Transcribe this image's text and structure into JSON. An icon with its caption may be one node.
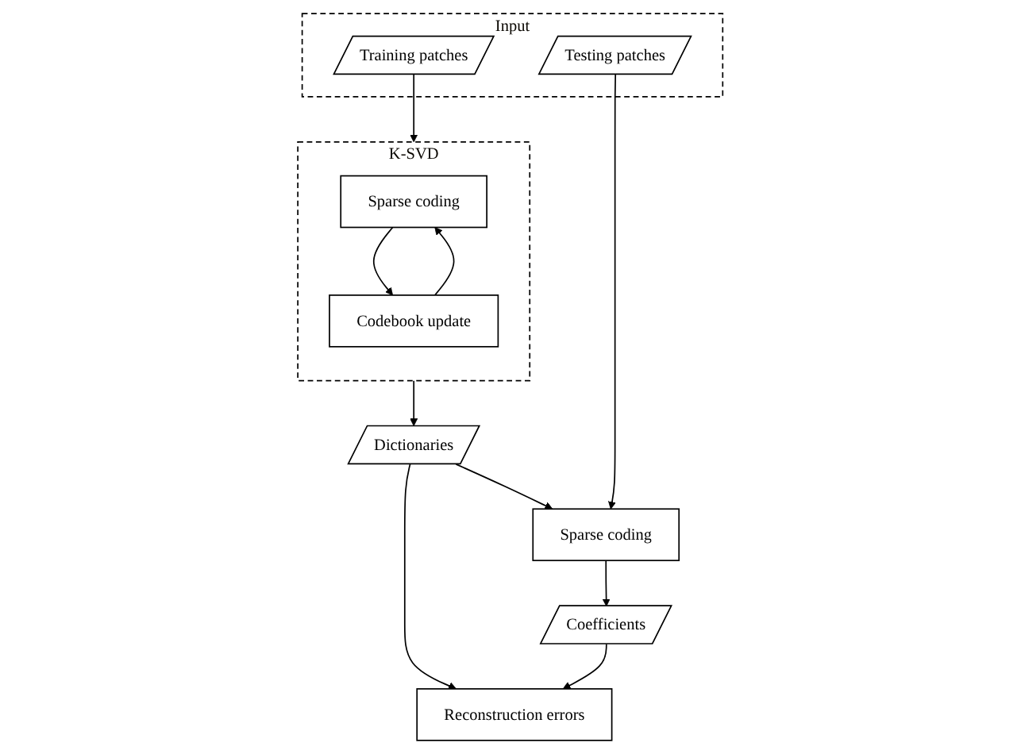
{
  "diagram": {
    "nodes": [
      {
        "text": [
          "Input"
        ]
      },
      {
        "text": [
          "Training patches"
        ],
        "in": 0
      },
      {
        "text": [
          "Testing patches"
        ],
        "in": 0
      },
      {
        "text": [
          "K-SVD"
        ]
      },
      {
        "text": [
          "Sparse coding"
        ],
        "in": 3
      },
      {
        "text": [
          "Codebook update"
        ],
        "in": 3
      },
      {
        "text": [
          "Dictionaries"
        ]
      },
      {
        "text": [
          "Sparse coding"
        ]
      },
      {
        "text": [
          "Coefficients"
        ]
      },
      {
        "text": [
          "Reconstruction errors"
        ]
      }
    ],
    "edges": [
      {
        "from": 1,
        "to": 3,
        "arrow": "to"
      },
      {
        "from": 4,
        "to": 5,
        "arrow": "to"
      },
      {
        "from": 5,
        "to": 4,
        "arrow": "to"
      },
      {
        "from": 3,
        "to": 6,
        "arrow": "to"
      },
      {
        "from": 2,
        "to": 7,
        "arrow": "to"
      },
      {
        "from": 6,
        "to": 7,
        "arrow": "to"
      },
      {
        "from": 7,
        "to": 8,
        "arrow": "to"
      },
      {
        "from": 6,
        "to": 9,
        "arrow": "to"
      },
      {
        "from": 8,
        "to": 9,
        "arrow": "to"
      }
    ]
  }
}
